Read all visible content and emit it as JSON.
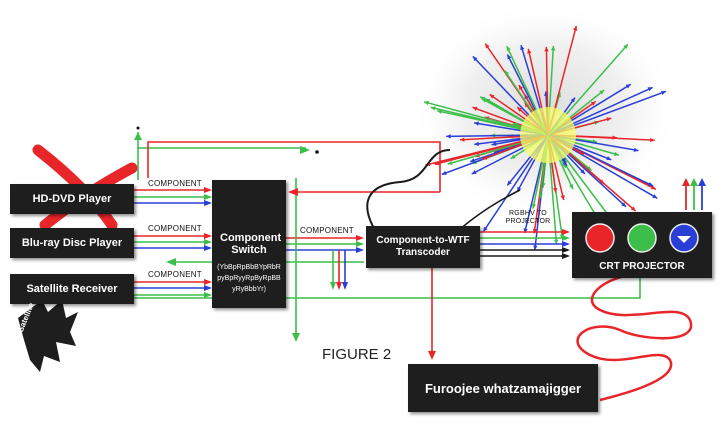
{
  "devices": {
    "hd_dvd": "HD-DVD Player",
    "bluray": "Blu-ray Disc Player",
    "satellite_receiver": "Satellite Receiver",
    "satellite_dish": "Satellite",
    "switch_title": "Component Switch",
    "switch_detail": "(YbBpRpBbBYpRbRpyBpRyyRpByRpBByRyBbbYr)",
    "transcoder": "Component-to-WTF Transcoder",
    "projector": "CRT PROJECTOR",
    "whatzamajigger": "Furoojee whatzamajigger"
  },
  "wire_labels": {
    "component_1": "COMPONENT",
    "component_2": "COMPONENT",
    "component_3": "COMPONENT",
    "component_out": "COMPONENT",
    "rgbhv": "RGBHV TO PROJECTOR"
  },
  "caption": "FIGURE 2",
  "colors": {
    "red": "#e8262a",
    "green": "#3cbf4a",
    "blue": "#2a3fd6",
    "box": "#1e1e1e",
    "cross": "#e8262a"
  }
}
